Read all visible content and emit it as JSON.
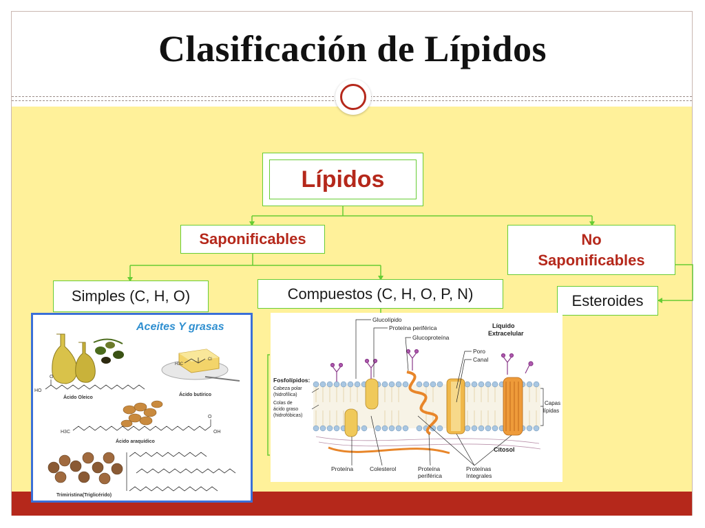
{
  "title": "Clasificación de Lípidos",
  "root": {
    "label": "Lípidos"
  },
  "saponificables": {
    "label": "Saponificables"
  },
  "no_saponificables": {
    "line1": "No",
    "line2": "Saponificables"
  },
  "simples": {
    "label": "Simples (C, H, O)"
  },
  "compuestos": {
    "label": "Compuestos (C, H, O, P, N)"
  },
  "esteroides": {
    "label": "Esteroides"
  },
  "image_aceites": {
    "heading": "Aceites Y grasas",
    "labels": {
      "acido_oleico": "Ácido Oleico",
      "acido_butirico": "Ácido butírico",
      "acido_araquidico": "Ácido araquídico",
      "trimiristina": "Trimiristina(Triglicérido)",
      "ho": "HO",
      "oh": "OH",
      "h3c": "H3C",
      "cl": "Cl",
      "o": "O"
    }
  },
  "image_membrana": {
    "labels": {
      "glucolipido": "Glucolípido",
      "proteina_periferica_top": "Proteína periférica",
      "glucoproteina": "Glucoproteína",
      "liquido_extracelular_1": "Líquido",
      "liquido_extracelular_2": "Extracelular",
      "poro": "Poro",
      "canal": "Canal",
      "fosfolipidos": "Fosfolípidos:",
      "cabeza_polar_1": "Cabeza polar",
      "cabeza_polar_2": "(hidrofílica)",
      "colas_1": "Colas de",
      "colas_2": "ácido graso",
      "colas_3": "(hidrofóbicas)",
      "capas_1": "Capas",
      "capas_2": "lípidas",
      "citosol": "Citosol",
      "proteina": "Proteína",
      "colesterol": "Colesterol",
      "proteina_periferica_bottom_1": "Proteína",
      "proteina_periferica_bottom_2": "periférica",
      "proteinas_integrales_1": "Proteínas",
      "proteinas_integrales_2": "Integrales"
    }
  },
  "colors": {
    "accent_red": "#b5281b",
    "connector_green": "#66cc33",
    "content_background": "#fff19a",
    "image_border_blue": "#3a6fd8"
  }
}
